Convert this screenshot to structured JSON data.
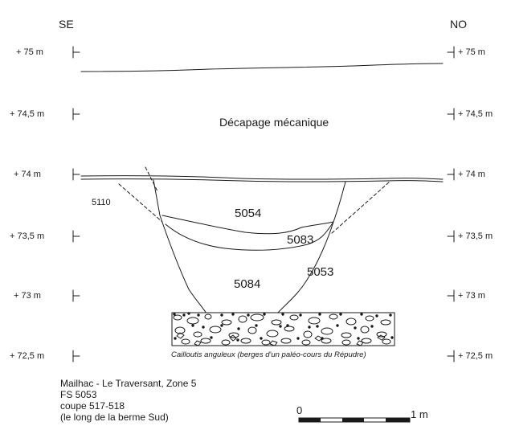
{
  "orientation": {
    "left": "SE",
    "right": "NO"
  },
  "elevations": {
    "left": [
      "+ 75 m",
      "+ 74,5  m",
      "+ 74 m",
      "+ 73,5 m",
      "+ 73  m",
      "+ 72,5 m"
    ],
    "right": [
      "+ 75 m",
      "+ 74,5 m",
      "+ 74 m",
      "+ 73,5 m",
      "+ 73 m",
      "+ 72,5 m"
    ]
  },
  "labels": {
    "decapage": "Décapage mécanique",
    "layers": {
      "5110": "5110",
      "5054": "5054",
      "5083": "5083",
      "5053": "5053",
      "5084": "5084"
    },
    "cailloutis": "Cailloutis anguleux (berges d'un  paléo-cours du Répudre)"
  },
  "notes": [
    "Mailhac - Le Traversant, Zone 5",
    "FS 5053",
    "coupe 517-518",
    "(le long de la berme Sud)"
  ],
  "scale": {
    "start": "0",
    "end": "1 m"
  }
}
